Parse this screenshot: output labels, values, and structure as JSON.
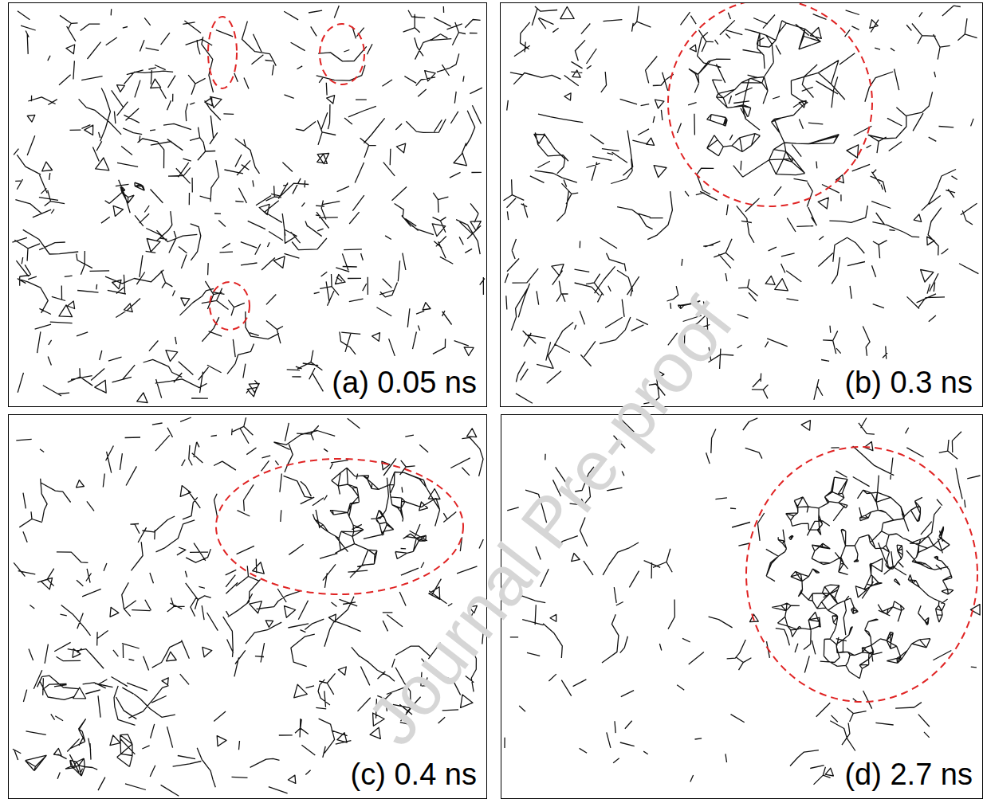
{
  "diagram": {
    "nodes": [
      {
        "text": [
          "(a) 0.05 ns"
        ]
      },
      {
        "text": [
          "(b) 0.3 ns"
        ]
      },
      {
        "text": [
          "(c) 0.4 ns"
        ]
      },
      {
        "text": [
          "(d) 2.7 ns"
        ]
      }
    ],
    "labels": [
      "Journal Pre-proof"
    ]
  }
}
